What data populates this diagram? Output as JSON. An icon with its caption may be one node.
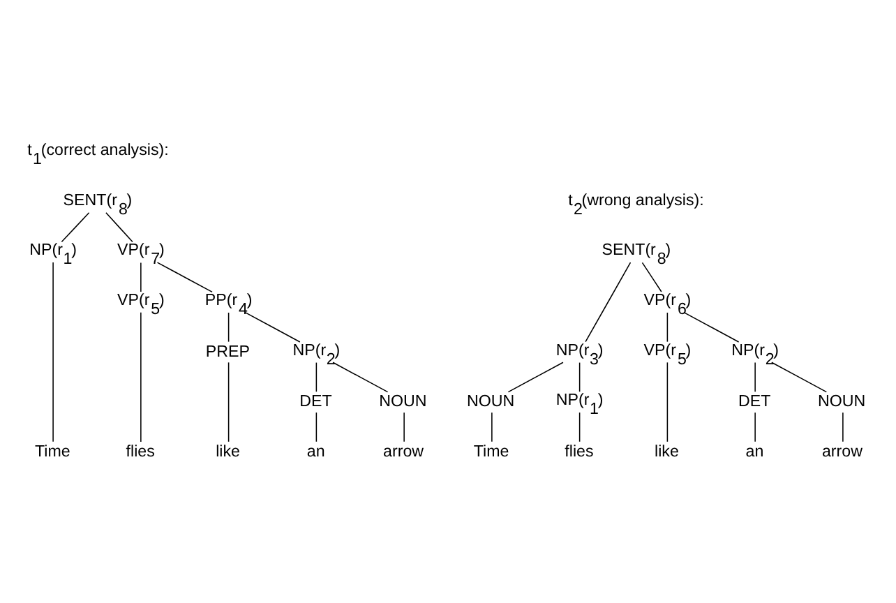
{
  "diagram": {
    "nodes": [
      {
        "text": [
          "SENT(r$_{8}$)"
        ]
      },
      {
        "text": [
          "NP(r$_{1}$)"
        ]
      },
      {
        "text": [
          "VP(r$_{7}$)"
        ]
      },
      {
        "text": [
          "VP(r$_{5}$)"
        ]
      },
      {
        "text": [
          "PP(r$_{4}$)"
        ]
      },
      {
        "text": [
          "PREP"
        ]
      },
      {
        "text": [
          "NP(r$_{2}$)"
        ]
      },
      {
        "text": [
          "DET"
        ]
      },
      {
        "text": [
          "NOUN"
        ]
      },
      {
        "text": [
          "Time"
        ]
      },
      {
        "text": [
          "flies"
        ]
      },
      {
        "text": [
          "like"
        ]
      },
      {
        "text": [
          "an"
        ]
      },
      {
        "text": [
          "arrow"
        ]
      },
      {
        "text": [
          "SENT(r$_{8}$)"
        ]
      },
      {
        "text": [
          "NP(r$_{3}$)"
        ]
      },
      {
        "text": [
          "VP(r$_{6}$)"
        ]
      },
      {
        "text": [
          "NOUN"
        ]
      },
      {
        "text": [
          "NP(r$_{1}$)"
        ]
      },
      {
        "text": [
          "VP(r$_{5}$)"
        ]
      },
      {
        "text": [
          "NP(r$_{2}$)"
        ]
      },
      {
        "text": [
          "DET"
        ]
      },
      {
        "text": [
          "NOUN"
        ]
      },
      {
        "text": [
          "Time"
        ]
      },
      {
        "text": [
          "flies"
        ]
      },
      {
        "text": [
          "like"
        ]
      },
      {
        "text": [
          "an"
        ]
      },
      {
        "text": [
          "arrow"
        ]
      }
    ],
    "edges": [
      {
        "from": 0,
        "to": 1,
        "arrow": "none"
      },
      {
        "from": 0,
        "to": 2,
        "arrow": "none"
      },
      {
        "from": 2,
        "to": 3,
        "arrow": "none"
      },
      {
        "from": 2,
        "to": 4,
        "arrow": "none"
      },
      {
        "from": 4,
        "to": 5,
        "arrow": "none"
      },
      {
        "from": 4,
        "to": 6,
        "arrow": "none"
      },
      {
        "from": 6,
        "to": 7,
        "arrow": "none"
      },
      {
        "from": 6,
        "to": 8,
        "arrow": "none"
      },
      {
        "from": 1,
        "to": 9,
        "arrow": "none"
      },
      {
        "from": 3,
        "to": 10,
        "arrow": "none"
      },
      {
        "from": 5,
        "to": 11,
        "arrow": "none"
      },
      {
        "from": 7,
        "to": 12,
        "arrow": "none"
      },
      {
        "from": 8,
        "to": 13,
        "arrow": "none"
      },
      {
        "from": 14,
        "to": 15,
        "arrow": "none"
      },
      {
        "from": 14,
        "to": 16,
        "arrow": "none"
      },
      {
        "from": 15,
        "to": 17,
        "arrow": "none"
      },
      {
        "from": 15,
        "to": 18,
        "arrow": "none"
      },
      {
        "from": 16,
        "to": 19,
        "arrow": "none"
      },
      {
        "from": 16,
        "to": 20,
        "arrow": "none"
      },
      {
        "from": 20,
        "to": 21,
        "arrow": "none"
      },
      {
        "from": 20,
        "to": 22,
        "arrow": "none"
      },
      {
        "from": 17,
        "to": 23,
        "arrow": "none"
      },
      {
        "from": 18,
        "to": 24,
        "arrow": "none"
      },
      {
        "from": 19,
        "to": 25,
        "arrow": "none"
      },
      {
        "from": 21,
        "to": 26,
        "arrow": "none"
      },
      {
        "from": 22,
        "to": 27,
        "arrow": "none"
      }
    ],
    "labels": [
      "t$_{1}$(correct analysis):",
      "t$_{2}$(wrong analysis):"
    ]
  }
}
